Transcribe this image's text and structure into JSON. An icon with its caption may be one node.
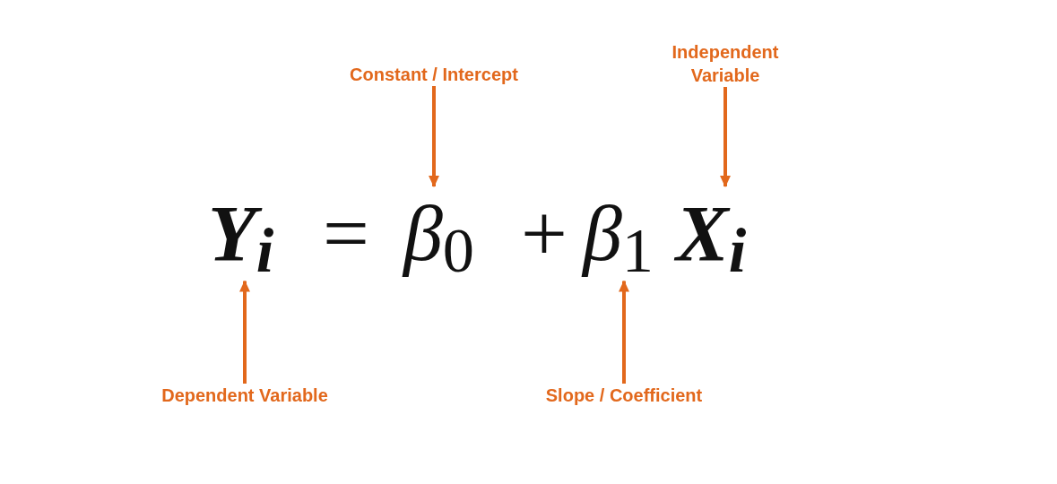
{
  "diagram": {
    "nodes": [
      {
        "text": [
          "Constant / Intercept"
        ]
      },
      {
        "text": [
          "Independent Variable"
        ]
      },
      {
        "text": [
          "Y$_{i}$"
        ]
      },
      {
        "text": [
          "β$_{0}$"
        ]
      },
      {
        "text": [
          "β$_{1}$"
        ]
      },
      {
        "text": [
          "X$_{i}$"
        ]
      },
      {
        "text": [
          "Dependent Variable"
        ]
      },
      {
        "text": [
          "Slope / Coefficient"
        ]
      }
    ],
    "edges": [
      {
        "from": 0,
        "to": 3,
        "arrow": "to"
      },
      {
        "from": 1,
        "to": 5,
        "arrow": "to"
      },
      {
        "from": 6,
        "to": 2,
        "arrow": "to"
      },
      {
        "from": 7,
        "to": 4,
        "arrow": "to"
      }
    ],
    "labels": [
      "=",
      "+"
    ]
  }
}
